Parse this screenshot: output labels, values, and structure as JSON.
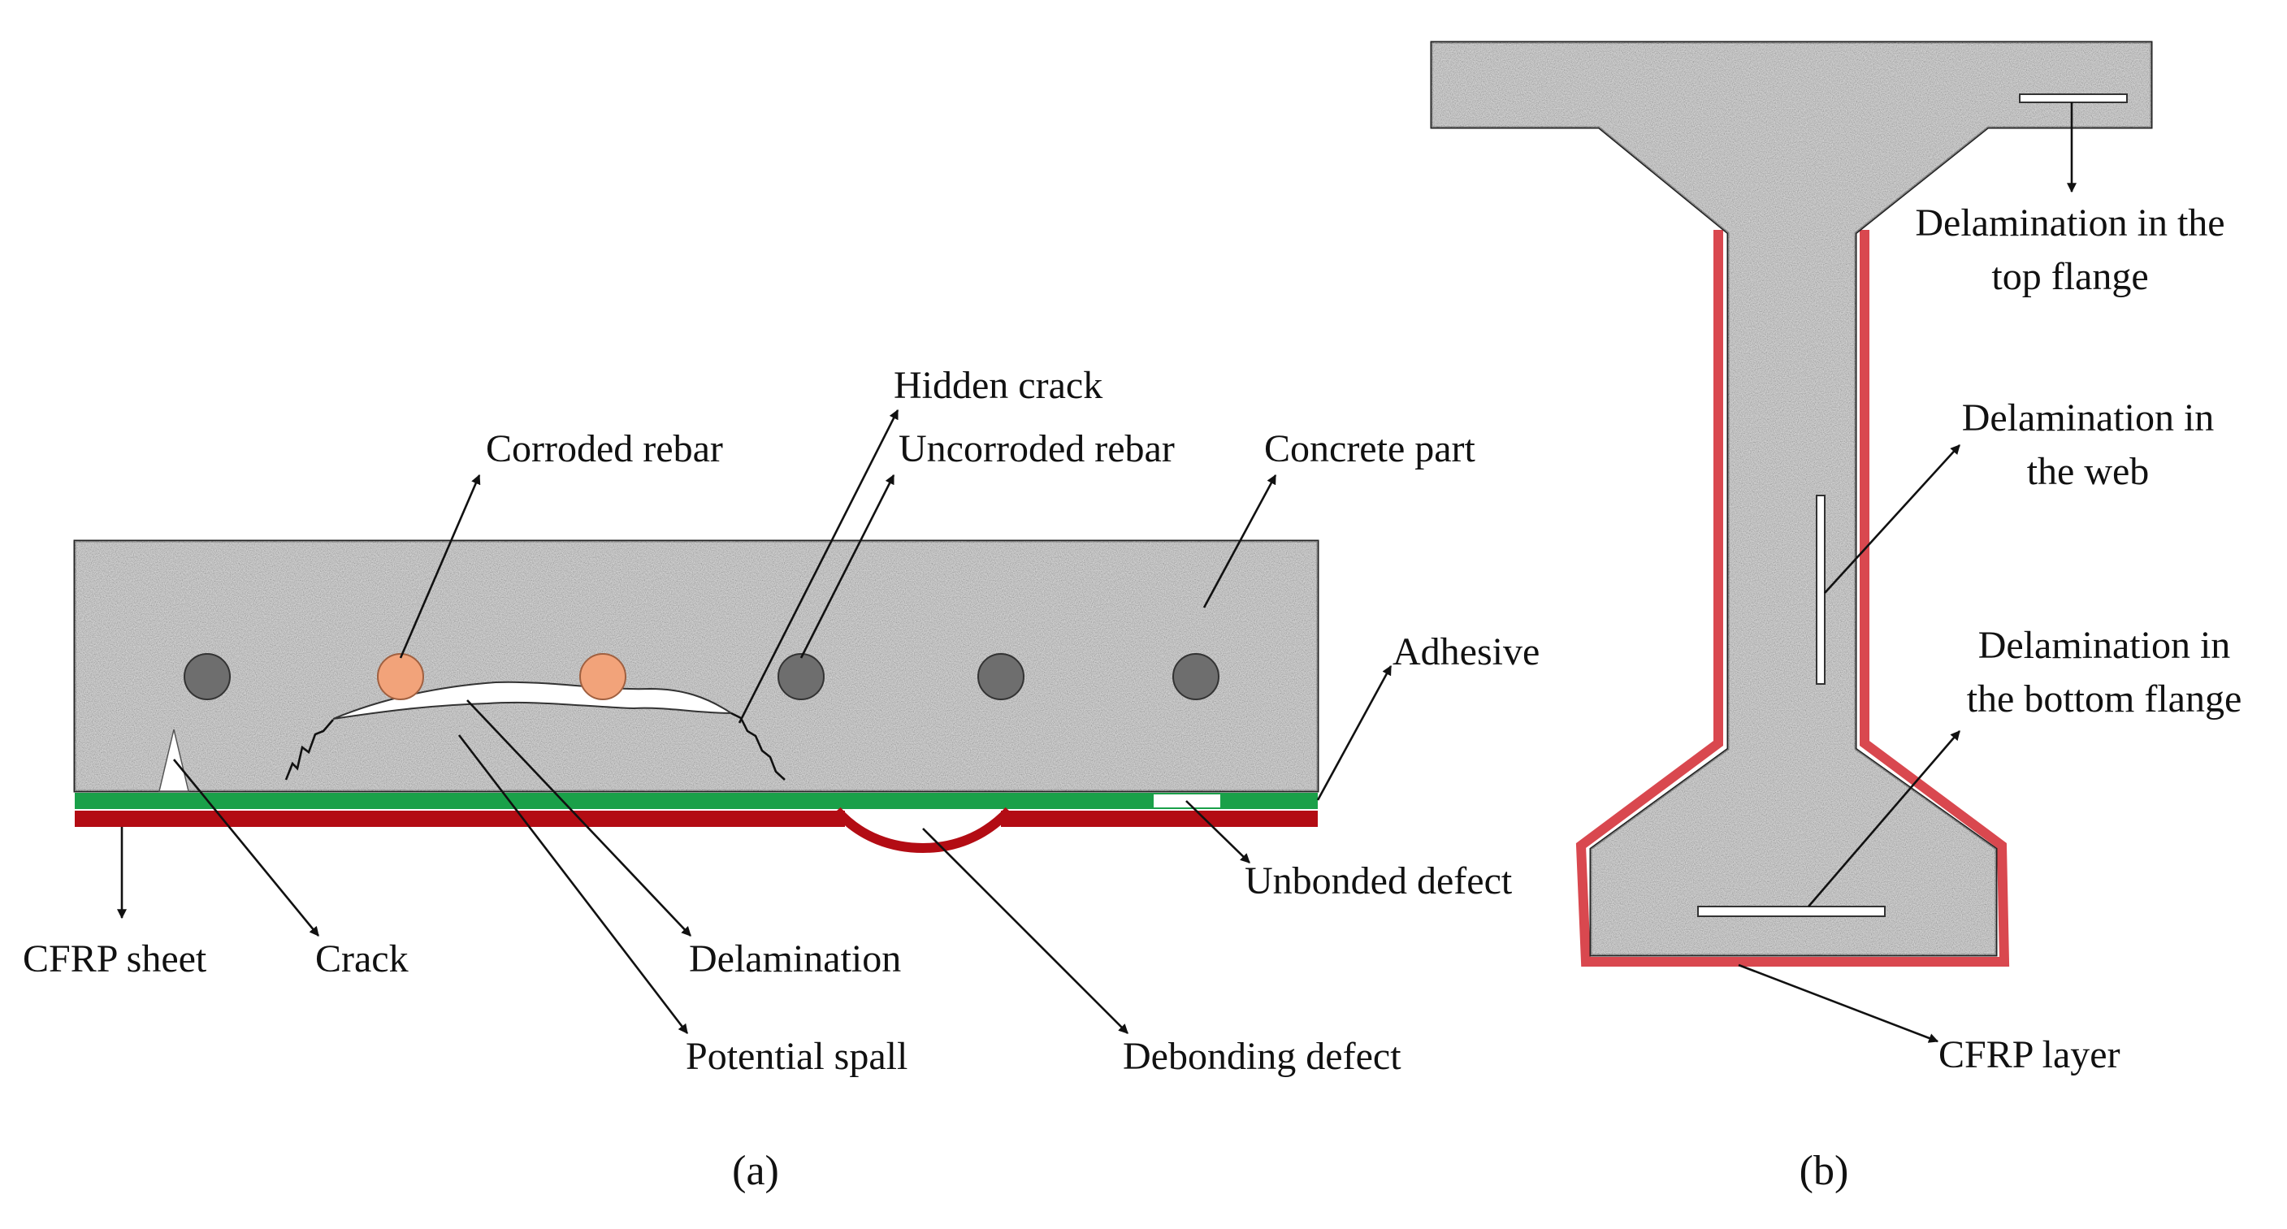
{
  "panel_a": {
    "caption": "(a)",
    "labels": {
      "hidden_crack": "Hidden crack",
      "corroded_rebar": "Corroded rebar",
      "uncorroded_rebar": "Uncorroded rebar",
      "concrete_part": "Concrete part",
      "adhesive": "Adhesive",
      "unbonded_defect": "Unbonded defect",
      "cfrp_sheet": "CFRP sheet",
      "crack": "Crack",
      "delamination": "Delamination",
      "potential_spall": "Potential spall",
      "debonding_defect": "Debonding defect"
    }
  },
  "panel_b": {
    "caption": "(b)",
    "labels": {
      "delam_top_1": "Delamination in the",
      "delam_top_2": "top flange",
      "delam_web_1": "Delamination in",
      "delam_web_2": "the web",
      "delam_bottom_1": "Delamination in",
      "delam_bottom_2": "the bottom flange",
      "cfrp_layer": "CFRP layer"
    }
  },
  "colors": {
    "concrete": "#a9a9a9",
    "adhesive_green": "#1aa049",
    "cfrp_red": "#b30c14",
    "cfrp_layer_red": "#d9484f",
    "corroded_rebar": "#f2a37a",
    "uncorroded_rebar": "#6e6e6e"
  }
}
